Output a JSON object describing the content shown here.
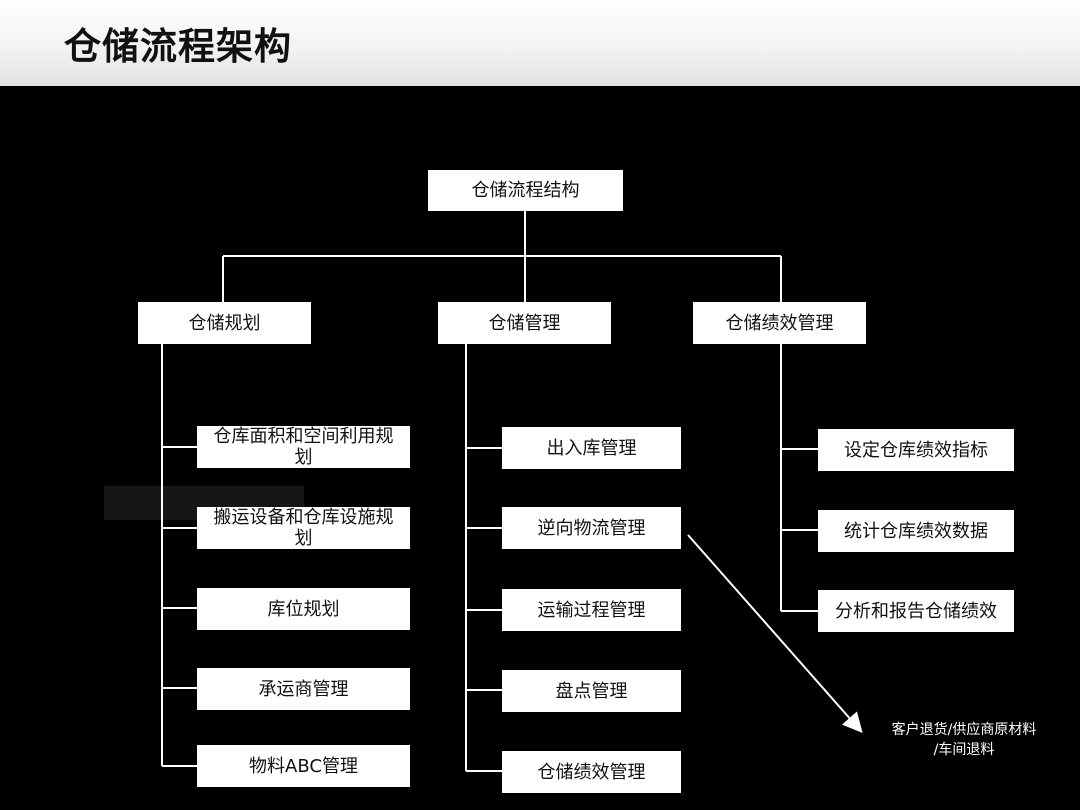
{
  "title": "仓储流程架构",
  "root": "仓储流程结构",
  "branches": [
    {
      "label": "仓储规划",
      "children": [
        "仓库面积和空间利用规划",
        "搬运设备和仓库设施规划",
        "库位规划",
        "承运商管理",
        "物料ABC管理"
      ]
    },
    {
      "label": "仓储管理",
      "children": [
        "出入库管理",
        "逆向物流管理",
        "运输过程管理",
        "盘点管理",
        "仓储绩效管理"
      ]
    },
    {
      "label": "仓储绩效管理",
      "children": [
        "设定仓库绩效指标",
        "统计仓库绩效数据",
        "分析和报告仓储绩效"
      ]
    }
  ],
  "annotation": {
    "line1": "客户退货/供应商原材料",
    "line2": "/车间退料"
  },
  "colors": {
    "background": "#000000",
    "box": "#ffffff",
    "line": "#ffffff",
    "text": "#111111"
  }
}
